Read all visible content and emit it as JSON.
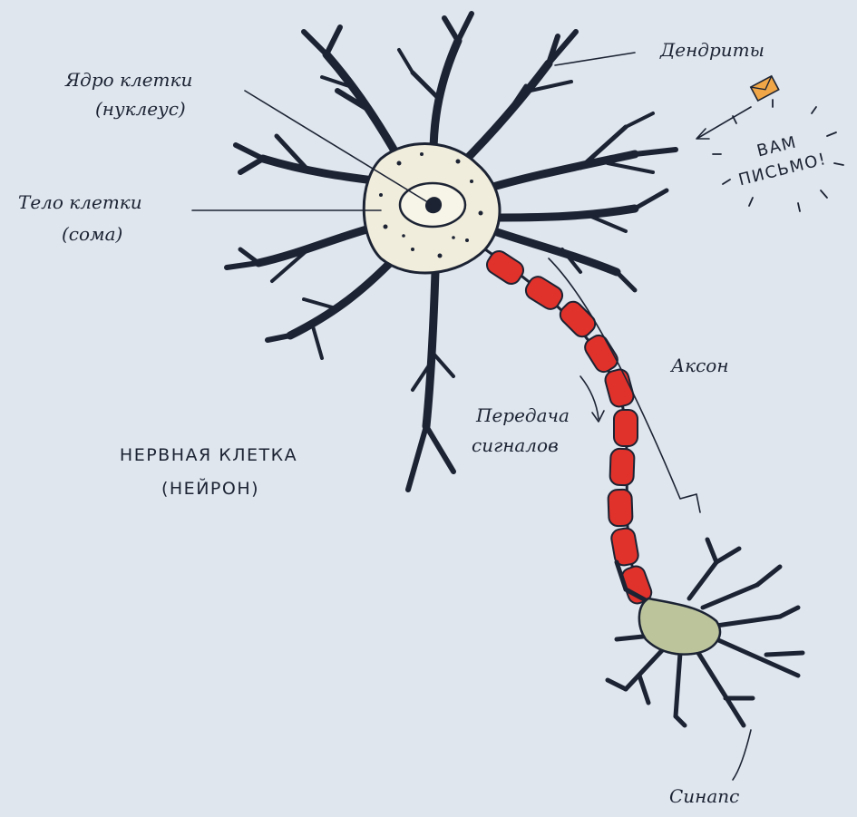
{
  "labels": {
    "nucleus_1": "Ядро клетки",
    "nucleus_2": "(нуклеус)",
    "soma_1": "Тело клетки",
    "soma_2": "(сома)",
    "dendrites": "Дендриты",
    "letter_1": "ВАМ",
    "letter_2": "ПИСЬМО!",
    "axon": "Аксон",
    "signal_1": "Передача",
    "signal_2": "сигналов",
    "neuron_1": "НЕРВНАЯ КЛЕТКА",
    "neuron_2": "(НЕЙРОН)",
    "synapse": "Синапс"
  },
  "colors": {
    "background": "#dfe6ee",
    "ink": "#1c2333",
    "cell_fill": "#f1eddc",
    "myelin": "#e0312b",
    "terminal_fill": "#bcc49c",
    "envelope": "#f0a646"
  },
  "icons": [
    "envelope-icon",
    "arrow-icon"
  ]
}
